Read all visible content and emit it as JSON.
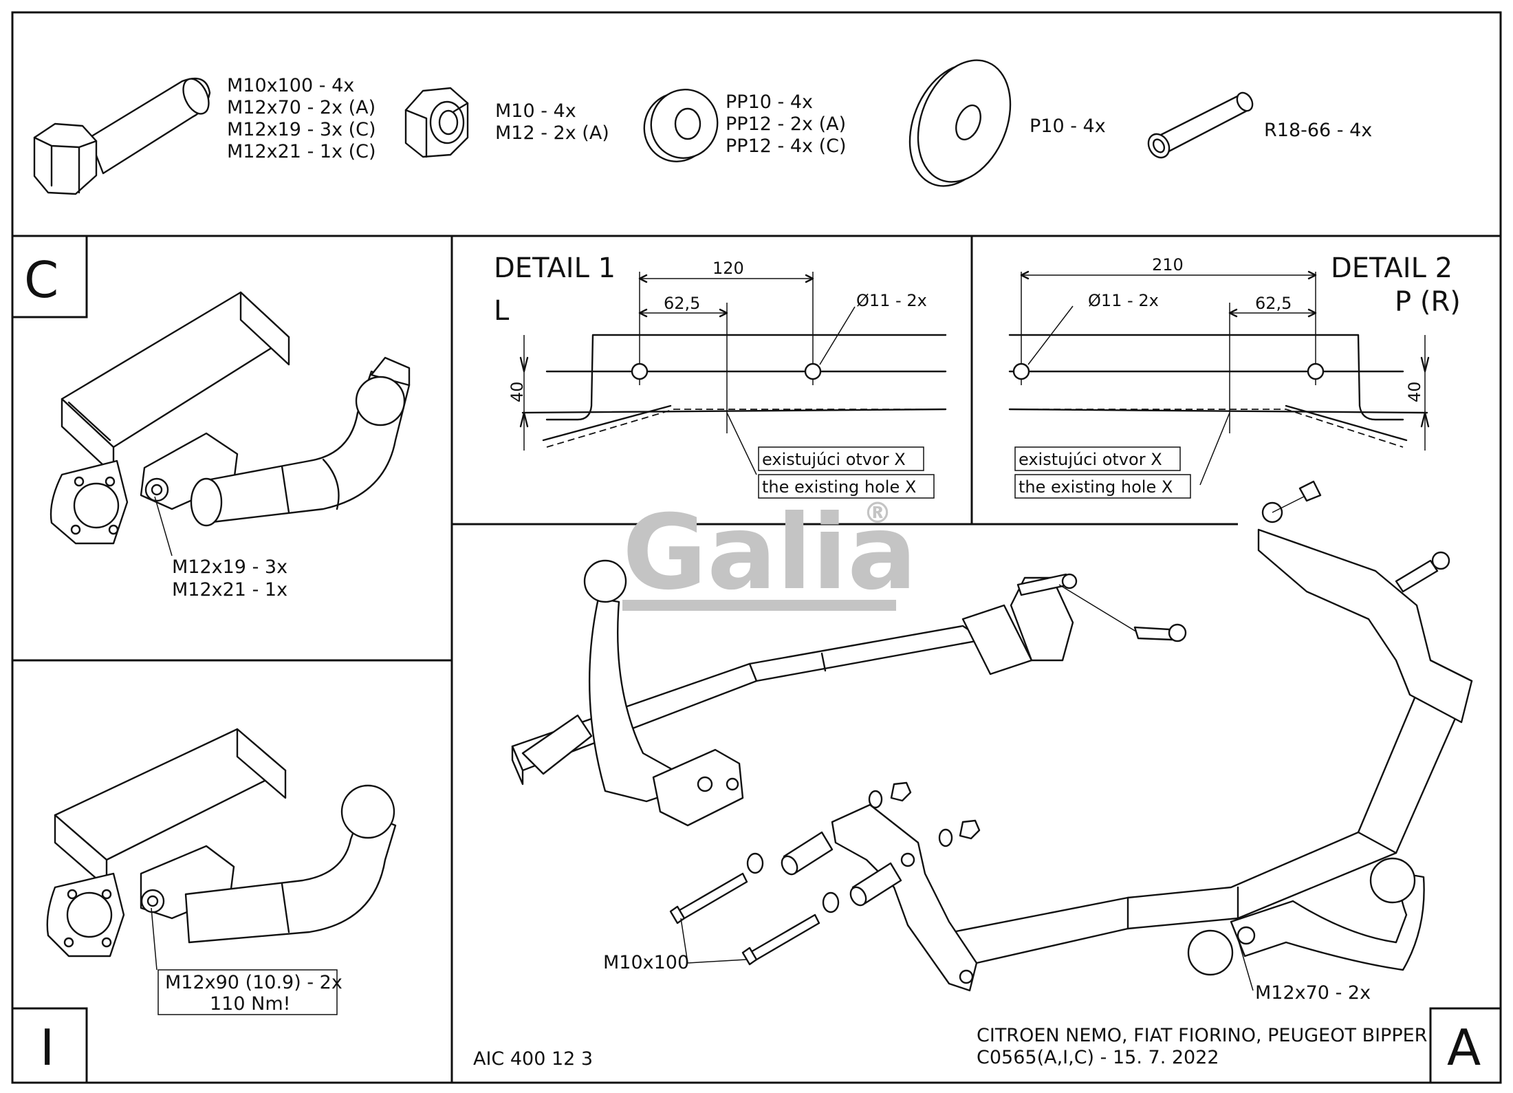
{
  "parts": {
    "bolt": [
      "M10x100 - 4x",
      "M12x70 - 2x (A)",
      "M12x19 - 3x (C)",
      "M12x21 - 1x (C)"
    ],
    "nut": [
      "M10 - 4x",
      "M12 - 2x (A)"
    ],
    "washer_small": [
      "PP10 - 4x",
      "PP12 - 2x (A)",
      "PP12 - 4x (C)"
    ],
    "washer_large": [
      "P10 - 4x"
    ],
    "spacer": [
      "R18-66 - 4x"
    ]
  },
  "panel_c": {
    "letter": "C",
    "bolt_labels": [
      "M12x19 - 3x",
      "M12x21 - 1x"
    ]
  },
  "panel_i": {
    "letter": "I",
    "bolt_labels": [
      "M12x90 (10.9) - 2x",
      "110 Nm!"
    ]
  },
  "detail1": {
    "title": "DETAIL 1",
    "side": "L",
    "dim_total": "120",
    "dim_partial": "62,5",
    "dim_height": "40",
    "hole_label": "Ø11 - 2x",
    "note_sk": "existujúci otvor X",
    "note_en": "the existing hole X"
  },
  "detail2": {
    "title": "DETAIL 2",
    "side": "P (R)",
    "dim_total": "210",
    "dim_partial": "62,5",
    "dim_height": "40",
    "hole_label": "Ø11 - 2x",
    "note_sk": "existujúci otvor X",
    "note_en": "the existing hole X"
  },
  "main": {
    "letter": "A",
    "label_m10": "M10x100",
    "label_m12": "M12x70 - 2x",
    "drawing_code": "AIC 400 12 3",
    "vehicles": "CITROEN NEMO, FIAT FIORINO, PEUGEOT BIPPER",
    "version": "C0565(A,I,C) - 15. 7. 2022"
  },
  "watermark": {
    "brand": "Galia",
    "registered": "®",
    "color": "#c4c4c4"
  }
}
